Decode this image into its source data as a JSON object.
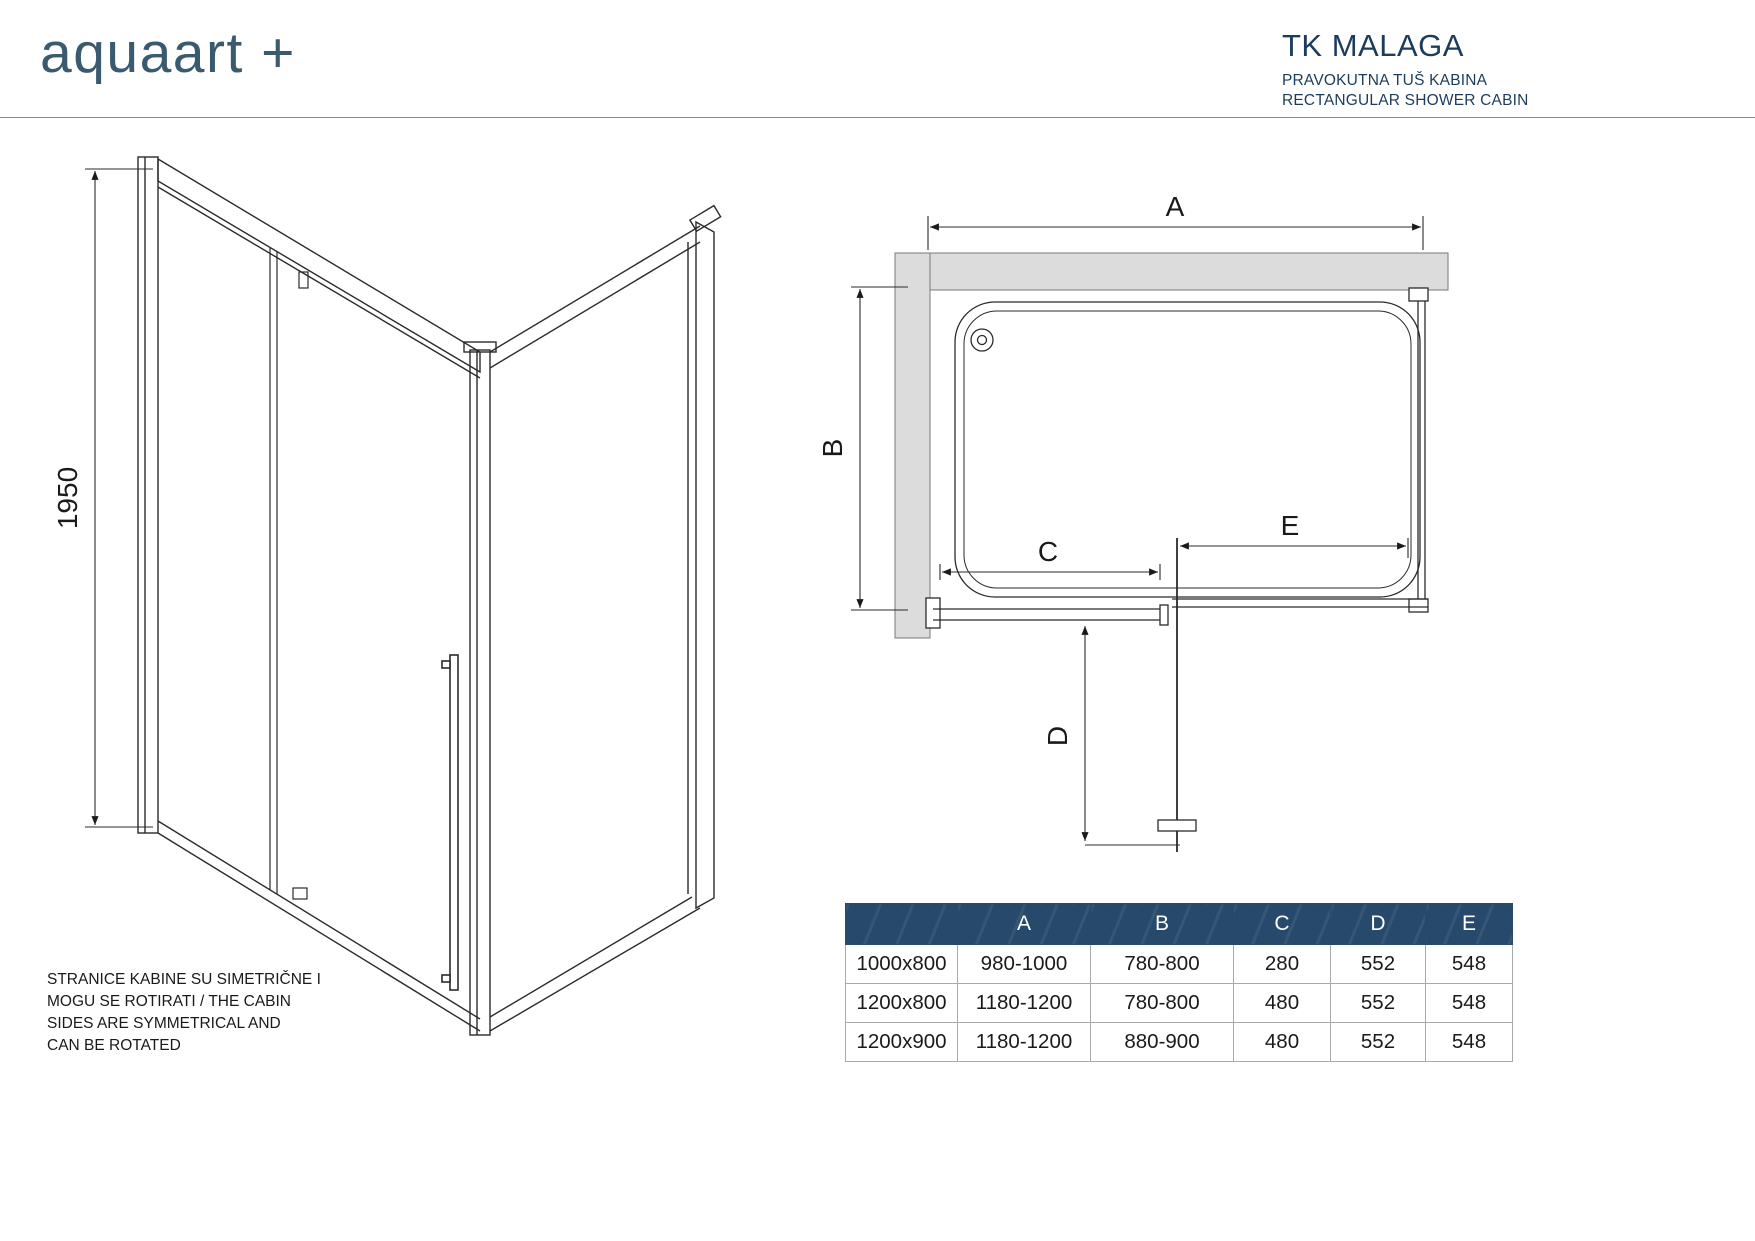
{
  "header": {
    "logo": "aquaart +",
    "product_code": "TK MALAGA",
    "subtitle_hr": "PRAVOKUTNA TUŠ KABINA",
    "subtitle_en": "RECTANGULAR SHOWER CABIN"
  },
  "colors": {
    "logo_blue": "#3a5a70",
    "title_navy": "#1c3c5e",
    "table_header_bg": "#27496b",
    "divider_gray": "#8d8d8d",
    "wall_gray": "#dcdcdc"
  },
  "front_view": {
    "height_label": "1950"
  },
  "top_view": {
    "labels": {
      "a": "A",
      "b": "B",
      "c": "C",
      "d": "D",
      "e": "E"
    }
  },
  "note": {
    "line1": "STRANICE KABINE SU SIMETRIČNE I",
    "line2": "MOGU SE ROTIRATI / THE CABIN",
    "line3": "SIDES ARE SYMMETRICAL AND",
    "line4": "CAN BE ROTATED"
  },
  "table": {
    "headers": [
      "",
      "A",
      "B",
      "C",
      "D",
      "E"
    ],
    "rows": [
      [
        "1000x800",
        "980-1000",
        "780-800",
        "280",
        "552",
        "548"
      ],
      [
        "1200x800",
        "1180-1200",
        "780-800",
        "480",
        "552",
        "548"
      ],
      [
        "1200x900",
        "1180-1200",
        "880-900",
        "480",
        "552",
        "548"
      ]
    ]
  }
}
